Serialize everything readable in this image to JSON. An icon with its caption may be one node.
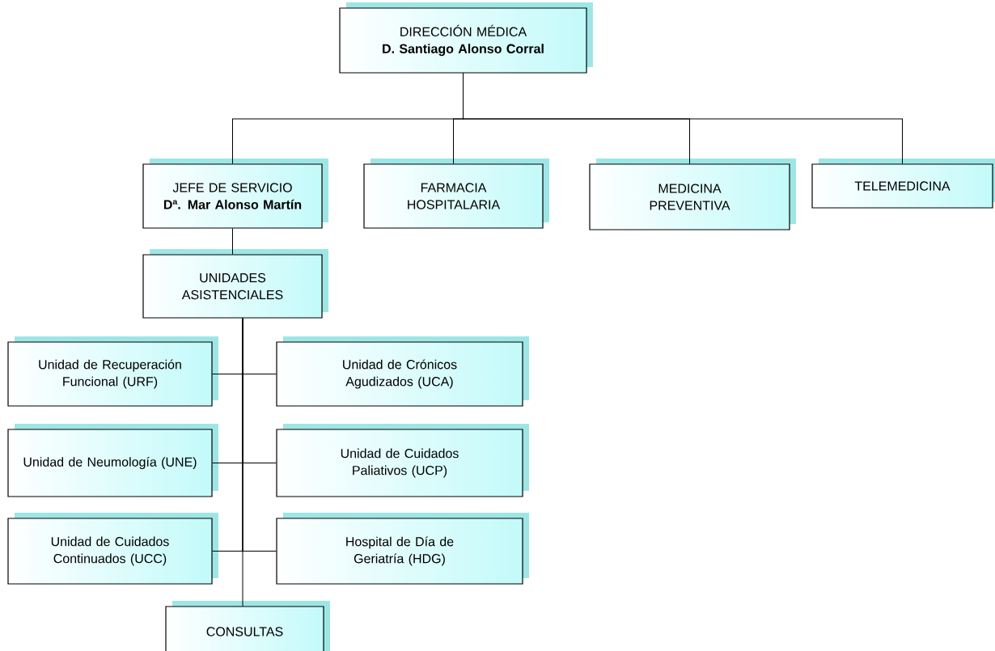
{
  "diagram": {
    "nodes": [
      {
        "text": [
          "DIRECCIÓN MÉDICA",
          "D. Santiago Alonso Corral"
        ]
      },
      {
        "text": [
          "JEFE DE SERVICIO",
          "Dª. Mar Alonso Martín"
        ]
      },
      {
        "text": [
          "FARMACIA HOSPITALARIA"
        ]
      },
      {
        "text": [
          "MEDICINA PREVENTIVA"
        ]
      },
      {
        "text": [
          "TELEMEDICINA"
        ]
      },
      {
        "text": [
          "UNIDADES ASISTENCIALES"
        ]
      },
      {
        "text": [
          "Unidad de Recuperación Funcional (URF)"
        ]
      },
      {
        "text": [
          "Unidad de Crónicos Agudizados (UCA)"
        ]
      },
      {
        "text": [
          "Unidad de Neumología (UNE)"
        ]
      },
      {
        "text": [
          "Unidad de Cuidados Paliativos (UCP)"
        ]
      },
      {
        "text": [
          "Unidad de Cuidados Continuados (UCC)"
        ]
      },
      {
        "text": [
          "Hospital de Día de Geriatría (HDG)"
        ]
      },
      {
        "text": [
          "CONSULTAS"
        ]
      }
    ],
    "edges": [
      {
        "from": 0,
        "to": 1,
        "arrow": "none"
      },
      {
        "from": 0,
        "to": 2,
        "arrow": "none"
      },
      {
        "from": 0,
        "to": 3,
        "arrow": "none"
      },
      {
        "from": 0,
        "to": 4,
        "arrow": "none"
      },
      {
        "from": 1,
        "to": 5,
        "arrow": "none"
      },
      {
        "from": 5,
        "to": 6,
        "arrow": "none"
      },
      {
        "from": 5,
        "to": 7,
        "arrow": "none"
      },
      {
        "from": 5,
        "to": 8,
        "arrow": "none"
      },
      {
        "from": 5,
        "to": 9,
        "arrow": "none"
      },
      {
        "from": 5,
        "to": 10,
        "arrow": "none"
      },
      {
        "from": 5,
        "to": 11,
        "arrow": "none"
      },
      {
        "from": 5,
        "to": 12,
        "arrow": "none"
      }
    ]
  }
}
